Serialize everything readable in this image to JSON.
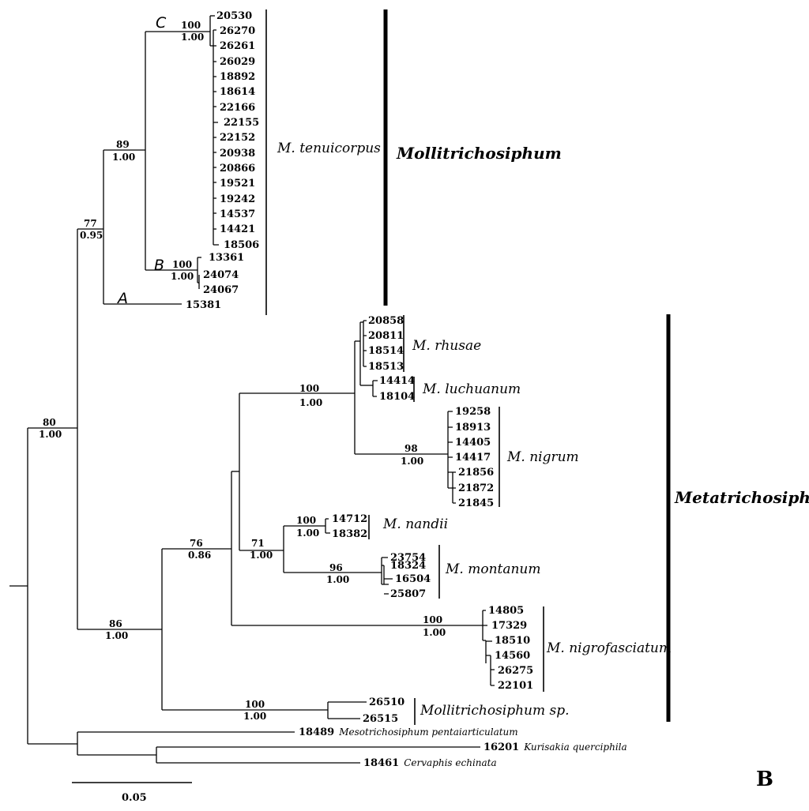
{
  "figure": {
    "panel_label": "B",
    "scale_label": "0.05",
    "outgroups": [
      {
        "id": "18489",
        "name": "Mesotrichosiphum pentaiarticulatum"
      },
      {
        "id": "16201",
        "name": "Kurisakia querciphila"
      },
      {
        "id": "18461",
        "name": "Cervaphis echinata"
      }
    ],
    "genera": [
      {
        "name": "Mollitrichosiphum"
      },
      {
        "name": "Metatrichosiphon"
      }
    ],
    "species": [
      {
        "name": "M. tenuicorpus"
      },
      {
        "name": "M. rhusae"
      },
      {
        "name": "M. luchuanum"
      },
      {
        "name": "M. nigrum"
      },
      {
        "name": "M. nandii"
      },
      {
        "name": "M. montanum"
      },
      {
        "name": "M. nigrofasciatum"
      },
      {
        "name": "Mollitrichosiphum sp."
      }
    ],
    "clades": [
      {
        "label": "C"
      },
      {
        "label": "B"
      },
      {
        "label": "A"
      }
    ],
    "leaves": [
      "20530",
      "26270",
      "26261",
      "26029",
      "18892",
      "18614",
      "22166",
      "22155",
      "22152",
      "20938",
      "20866",
      "19521",
      "19242",
      "14537",
      "14421",
      "18506",
      "13361",
      "24074",
      "24067",
      "15381",
      "20858",
      "20811",
      "18514",
      "18513",
      "14414",
      "18104",
      "19258",
      "18913",
      "14405",
      "14417",
      "21856",
      "21872",
      "21845",
      "14712",
      "18382",
      "23754",
      "18324",
      "16504",
      "25807",
      "14805",
      "17329",
      "18510",
      "14560",
      "26275",
      "22101",
      "26510",
      "26515"
    ],
    "supports": [
      {
        "top": "100",
        "bottom": "1.00"
      },
      {
        "top": "100",
        "bottom": "1.00"
      },
      {
        "top": "89",
        "bottom": "1.00"
      },
      {
        "top": "77",
        "bottom": "0.95"
      },
      {
        "top": "80",
        "bottom": "1.00"
      },
      {
        "top": "100",
        "bottom": "1.00"
      },
      {
        "top": "98",
        "bottom": "1.00"
      },
      {
        "top": "100",
        "bottom": "1.00"
      },
      {
        "top": "76",
        "bottom": "0.86"
      },
      {
        "top": "71",
        "bottom": "1.00"
      },
      {
        "top": "96",
        "bottom": "1.00"
      },
      {
        "top": "100",
        "bottom": "1.00"
      },
      {
        "top": "86",
        "bottom": "1.00"
      },
      {
        "top": "100",
        "bottom": "1.00"
      }
    ]
  }
}
